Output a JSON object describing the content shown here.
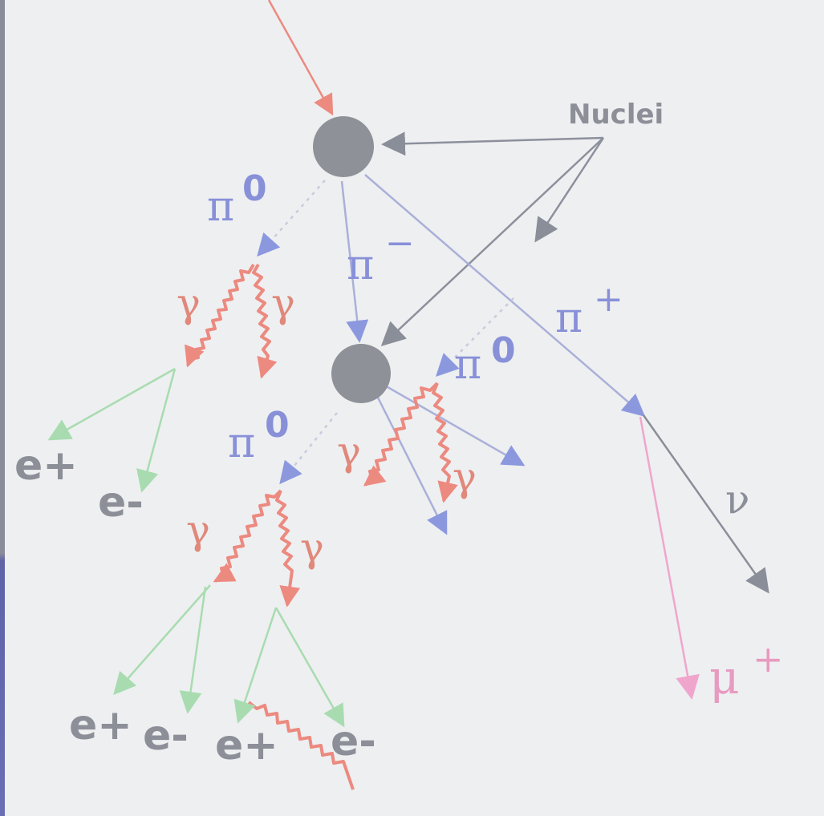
{
  "labels": {
    "nuclei": "Nuclei",
    "pi0": "π",
    "pi0_sup": "0",
    "pi_minus": "π",
    "pi_minus_sup": "−",
    "pi_plus": "π",
    "pi_plus_sup": "+",
    "gamma": "γ",
    "nu": "ν",
    "mu": "μ",
    "mu_sup": "+",
    "e_plus": "e+",
    "e_minus": "e-"
  },
  "colors": {
    "background": "#eeeff1",
    "nucleus": "#8f9198",
    "nuclei_arrow": "#8c909c",
    "pion_blue": "#8c98de",
    "pion_line": "#aab0d8",
    "photon_red": "#ec8a80",
    "electron_green": "#a8dcb0",
    "muon_pink": "#f0a6cc",
    "neutrino_gray": "#8a8e98",
    "label_blue": "#8890d8",
    "label_red": "#e0887a",
    "label_gray": "#8c8f98",
    "label_pink": "#e89ac0"
  }
}
